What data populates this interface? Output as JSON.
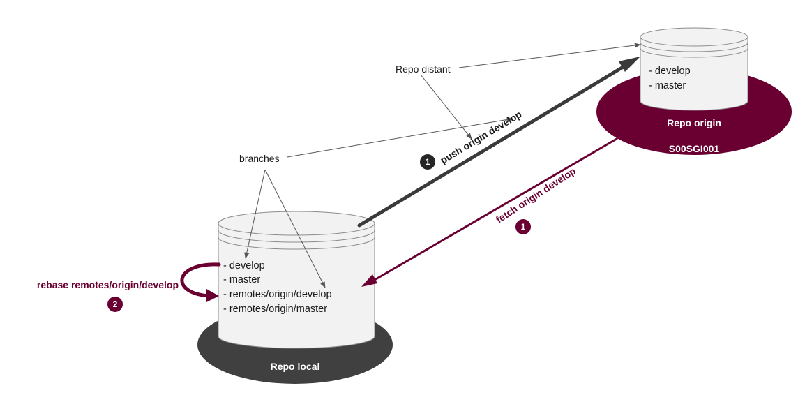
{
  "colors": {
    "purple": "#6a0032",
    "dark_gray": "#404040",
    "arrow_dark": "#3a3a3a",
    "line_gray": "#555555",
    "cylinder_fill": "#f2f2f2",
    "cylinder_stroke": "#8c8c8c",
    "badge_dark": "#262626"
  },
  "labels": {
    "branches": "branches",
    "repo_distant": "Repo distant"
  },
  "origin": {
    "title": "Repo origin",
    "host": "S00SGI001",
    "branches": [
      "- develop",
      "- master"
    ]
  },
  "local": {
    "title": "Repo local",
    "branches": [
      "- develop",
      "- master",
      "- remotes/origin/develop",
      "- remotes/origin/master"
    ]
  },
  "commands": {
    "push": {
      "text": "push origin develop",
      "step": "1"
    },
    "fetch": {
      "text": "fetch origin develop",
      "step": "1"
    },
    "rebase": {
      "text": "rebase remotes/origin/develop",
      "step": "2"
    }
  },
  "icons": {
    "cylinder": "database-cylinder-icon",
    "badge": "numbered-circle-icon",
    "arrow": "arrow-icon"
  }
}
